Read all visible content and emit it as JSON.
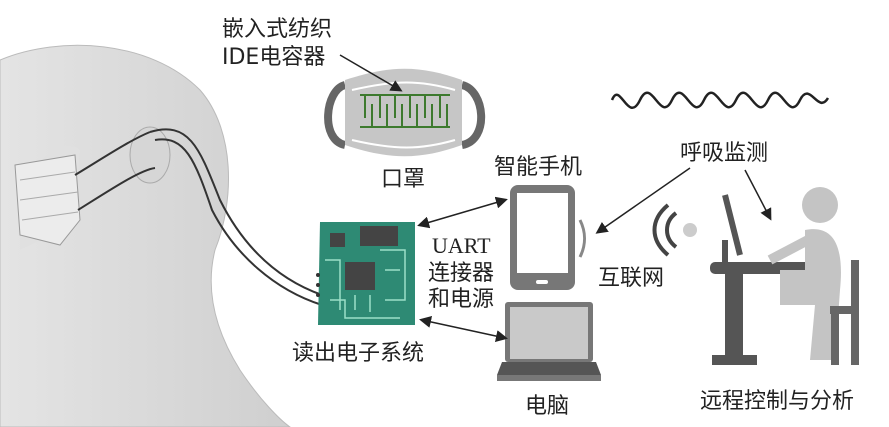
{
  "labels": {
    "sensor_line1": "嵌入式纺织",
    "sensor_line2": "IDE电容器",
    "mask": "口罩",
    "smartphone": "智能手机",
    "breathing": "呼吸监测",
    "uart_line1": "UART",
    "uart_line2": "连接器",
    "uart_line3": "和电源",
    "internet": "互联网",
    "readout": "读出电子系统",
    "computer": "电脑",
    "remote": "远程控制与分析"
  },
  "colors": {
    "pcb": "#2e8a74",
    "electrode": "#3d7a2e",
    "gray_dark": "#5a5a5a",
    "gray_light": "#c8c8c8"
  }
}
